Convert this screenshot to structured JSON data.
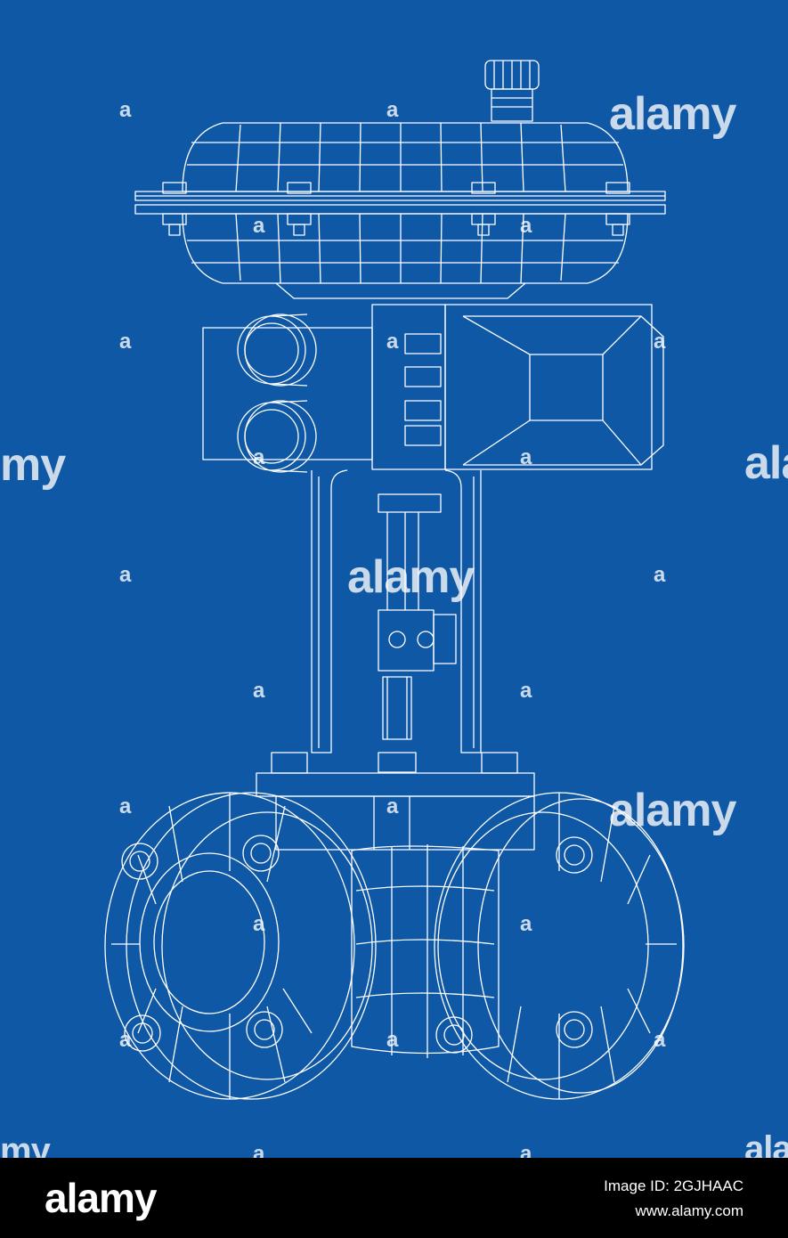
{
  "image": {
    "subject": "wireframe-control-valve",
    "background_color": "#0f58a6",
    "line_color": "#ffffff"
  },
  "watermarks": {
    "brand": "alamy",
    "small_mark": "a",
    "partial_left": "my",
    "partial_right": "ala"
  },
  "footer": {
    "logo": "alamy",
    "image_id": "Image ID: 2GJHAAC",
    "url": "www.alamy.com"
  }
}
